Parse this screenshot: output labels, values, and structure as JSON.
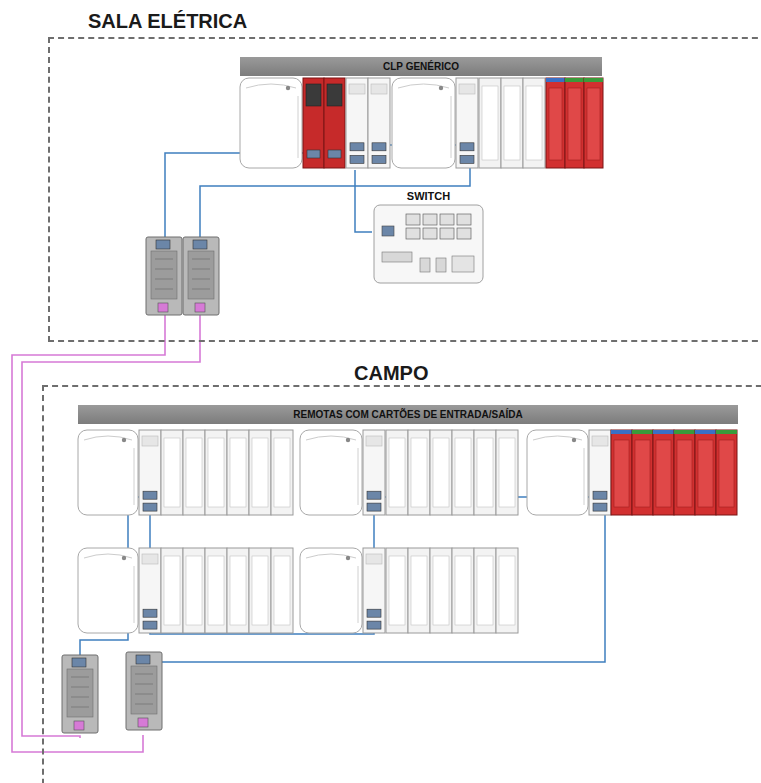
{
  "diagram": {
    "nodes": [
      {
        "text": [
          "SALA ELÉTRICA"
        ]
      },
      {
        "text": [
          "CLP GENÉRICO"
        ],
        "in": 0
      },
      {
        "text": [
          "SWITCH"
        ],
        "in": 0
      },
      {
        "text": [
          "CAMPO"
        ]
      },
      {
        "text": [
          "REMOTAS COM CARTÕES DE ENTRADA/SAÍDA"
        ],
        "in": 3
      }
    ],
    "edges": [
      {
        "from": 1,
        "to": 2,
        "arrow": "none"
      }
    ]
  }
}
